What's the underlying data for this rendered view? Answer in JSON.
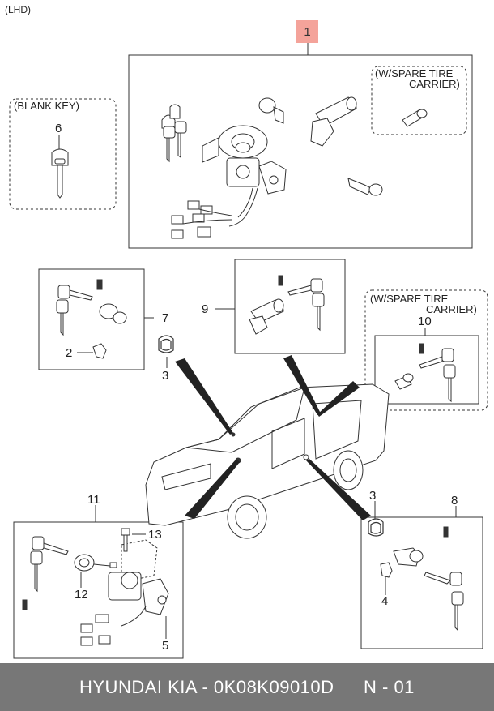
{
  "header": {
    "variant": "(LHD)"
  },
  "groups": {
    "blank_key": "(BLANK KEY)",
    "spare_tire_top": "(W/SPARE TIRE\nCARRIER)",
    "spare_tire_top_line1": "(W/SPARE TIRE",
    "spare_tire_top_line2": "CARRIER)",
    "spare_tire_mid_line1": "(W/SPARE TIRE",
    "spare_tire_mid_line2": "CARRIER)"
  },
  "callouts": {
    "c1": "1",
    "c2": "2",
    "c3a": "3",
    "c3b": "3",
    "c4": "4",
    "c5": "5",
    "c6": "6",
    "c7": "7",
    "c8": "8",
    "c9": "9",
    "c10": "10",
    "c11": "11",
    "c12": "12",
    "c13": "13"
  },
  "colors": {
    "highlight": "#f4a39a",
    "footer_bg": "#777777",
    "line": "#333333"
  },
  "footer": {
    "brand_part": "HYUNDAI  KIA - 0K08K09010D",
    "page": "N - 01"
  }
}
